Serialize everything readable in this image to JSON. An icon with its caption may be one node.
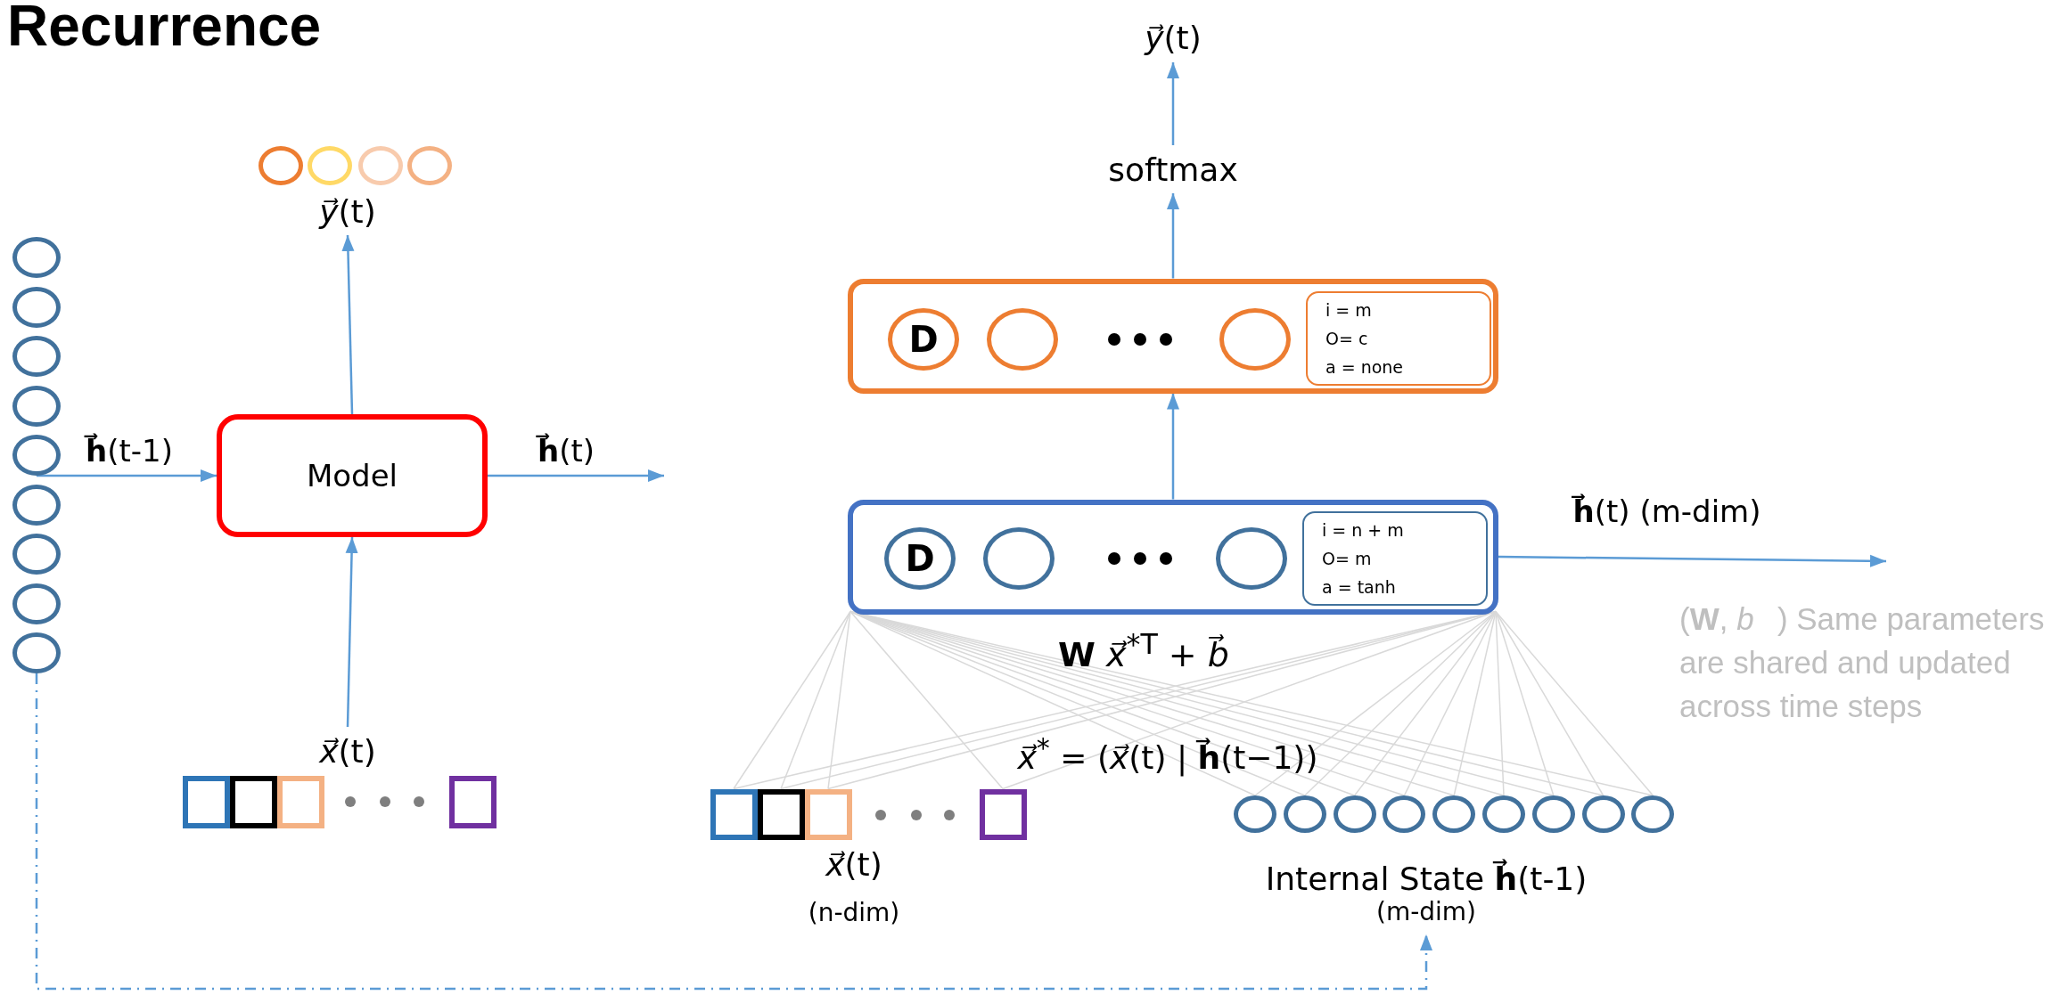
{
  "diagram": {
    "title": "Recurrence",
    "nodes": [
      {
        "text": [],
        "shape": "circle"
      },
      {
        "text": [],
        "shape": "circle"
      },
      {
        "text": [],
        "shape": "circle"
      },
      {
        "text": [],
        "shape": "circle"
      },
      {
        "text": [
          "*y⃗*(t)"
        ]
      },
      {
        "text": [],
        "shape": "circle"
      },
      {
        "text": [],
        "shape": "circle"
      },
      {
        "text": [],
        "shape": "circle"
      },
      {
        "text": [],
        "shape": "circle"
      },
      {
        "text": [],
        "shape": "circle"
      },
      {
        "text": [],
        "shape": "circle"
      },
      {
        "text": [],
        "shape": "circle"
      },
      {
        "text": [],
        "shape": "circle"
      },
      {
        "text": [],
        "shape": "circle"
      },
      {
        "text": [
          "Model"
        ]
      },
      {
        "text": [
          "*x⃗*(t)"
        ]
      },
      {
        "text": [],
        "shape": "box"
      },
      {
        "text": [],
        "shape": "box"
      },
      {
        "text": [],
        "shape": "box"
      },
      {
        "text": [],
        "shape": "box"
      },
      {
        "text": [
          "*y⃗*(t)"
        ]
      },
      {
        "text": [
          "softmax"
        ]
      },
      {
        "text": [],
        "shape": "box"
      },
      {
        "text": [
          "D"
        ],
        "in": 22
      },
      {
        "text": [],
        "shape": "circle",
        "in": 22
      },
      {
        "text": [],
        "shape": "circle",
        "in": 22
      },
      {
        "text": [
          "i = m",
          "O= c",
          "a = none"
        ],
        "in": 22
      },
      {
        "text": [],
        "shape": "box"
      },
      {
        "text": [
          "D"
        ],
        "in": 27
      },
      {
        "text": [],
        "shape": "circle",
        "in": 27
      },
      {
        "text": [],
        "shape": "circle",
        "in": 27
      },
      {
        "text": [
          "i = n + m",
          "O= m",
          "a = tanh"
        ],
        "in": 27
      },
      {
        "text": [],
        "shape": "box"
      },
      {
        "text": [],
        "shape": "box"
      },
      {
        "text": [],
        "shape": "box"
      },
      {
        "text": [],
        "shape": "box"
      },
      {
        "text": [],
        "shape": "circle"
      },
      {
        "text": [],
        "shape": "circle"
      },
      {
        "text": [],
        "shape": "circle"
      },
      {
        "text": [],
        "shape": "circle"
      },
      {
        "text": [],
        "shape": "circle"
      },
      {
        "text": [],
        "shape": "circle"
      },
      {
        "text": [],
        "shape": "circle"
      },
      {
        "text": [],
        "shape": "circle"
      },
      {
        "text": [],
        "shape": "circle"
      },
      {
        "text": [
          "Internal State **h⃗**(t-1)",
          "(m-dim)"
        ]
      }
    ],
    "edges": [
      {
        "from": 14,
        "to": 4,
        "arrow": "to",
        "color": "#5b9bd5"
      },
      {
        "from": 9,
        "to": 14,
        "arrow": "to",
        "label": "**h⃗**(t-1)",
        "color": "#5b9bd5"
      },
      {
        "from": 14,
        "to": null,
        "arrow": "to",
        "label": "**h⃗**(t)",
        "color": "#5b9bd5"
      },
      {
        "from": 15,
        "to": 14,
        "arrow": "to",
        "color": "#5b9bd5"
      },
      {
        "from": 13,
        "to": 45,
        "arrow": "to",
        "style": "dashed",
        "color": "#5b9bd5"
      },
      {
        "from": 27,
        "to": 22,
        "arrow": "to",
        "color": "#5b9bd5"
      },
      {
        "from": 22,
        "to": 21,
        "arrow": "to",
        "color": "#5b9bd5"
      },
      {
        "from": 21,
        "to": 20,
        "arrow": "to",
        "color": "#5b9bd5"
      },
      {
        "from": 27,
        "to": null,
        "arrow": "to",
        "label": "**h⃗**(t) (m-dim)",
        "color": "#5b9bd5"
      },
      {
        "from": 27,
        "to": 32,
        "arrow": "none",
        "color": "#d9d9d9"
      },
      {
        "from": 27,
        "to": 33,
        "arrow": "none",
        "color": "#d9d9d9"
      },
      {
        "from": 27,
        "to": 34,
        "arrow": "none",
        "color": "#d9d9d9"
      },
      {
        "from": 27,
        "to": 35,
        "arrow": "none",
        "color": "#d9d9d9"
      },
      {
        "from": 27,
        "to": 36,
        "arrow": "none",
        "color": "#d9d9d9"
      },
      {
        "from": 27,
        "to": 37,
        "arrow": "none",
        "color": "#d9d9d9"
      },
      {
        "from": 27,
        "to": 38,
        "arrow": "none",
        "color": "#d9d9d9"
      },
      {
        "from": 27,
        "to": 39,
        "arrow": "none",
        "color": "#d9d9d9"
      },
      {
        "from": 27,
        "to": 40,
        "arrow": "none",
        "color": "#d9d9d9"
      },
      {
        "from": 27,
        "to": 41,
        "arrow": "none",
        "color": "#d9d9d9"
      },
      {
        "from": 27,
        "to": 42,
        "arrow": "none",
        "color": "#d9d9d9"
      },
      {
        "from": 27,
        "to": 43,
        "arrow": "none",
        "color": "#d9d9d9"
      },
      {
        "from": 27,
        "to": 44,
        "arrow": "none",
        "color": "#d9d9d9"
      },
      {
        "from": 27,
        "to": 32,
        "arrow": "none",
        "color": "#d9d9d9"
      },
      {
        "from": 27,
        "to": 33,
        "arrow": "none",
        "color": "#d9d9d9"
      },
      {
        "from": 27,
        "to": 34,
        "arrow": "none",
        "color": "#d9d9d9"
      },
      {
        "from": 27,
        "to": 35,
        "arrow": "none",
        "color": "#d9d9d9"
      },
      {
        "from": 27,
        "to": 36,
        "arrow": "none",
        "color": "#d9d9d9"
      },
      {
        "from": 27,
        "to": 37,
        "arrow": "none",
        "color": "#d9d9d9"
      },
      {
        "from": 27,
        "to": 38,
        "arrow": "none",
        "color": "#d9d9d9"
      },
      {
        "from": 27,
        "to": 39,
        "arrow": "none",
        "color": "#d9d9d9"
      },
      {
        "from": 27,
        "to": 40,
        "arrow": "none",
        "color": "#d9d9d9"
      },
      {
        "from": 27,
        "to": 41,
        "arrow": "none",
        "color": "#d9d9d9"
      },
      {
        "from": 27,
        "to": 42,
        "arrow": "none",
        "color": "#d9d9d9"
      },
      {
        "from": 27,
        "to": 43,
        "arrow": "none",
        "color": "#d9d9d9"
      },
      {
        "from": 27,
        "to": 44,
        "arrow": "none",
        "color": "#d9d9d9"
      }
    ],
    "labels": [
      "(**W**, *b⃗*) Same parameters are shared and updated across time steps",
      "**W** *x⃗*$^{*T}$ + *b⃗*",
      "*x⃗*$^{*}$ = (*x⃗*(t) | **h⃗**(t−1))",
      "*x⃗*(t)",
      "(n-dim)"
    ]
  }
}
